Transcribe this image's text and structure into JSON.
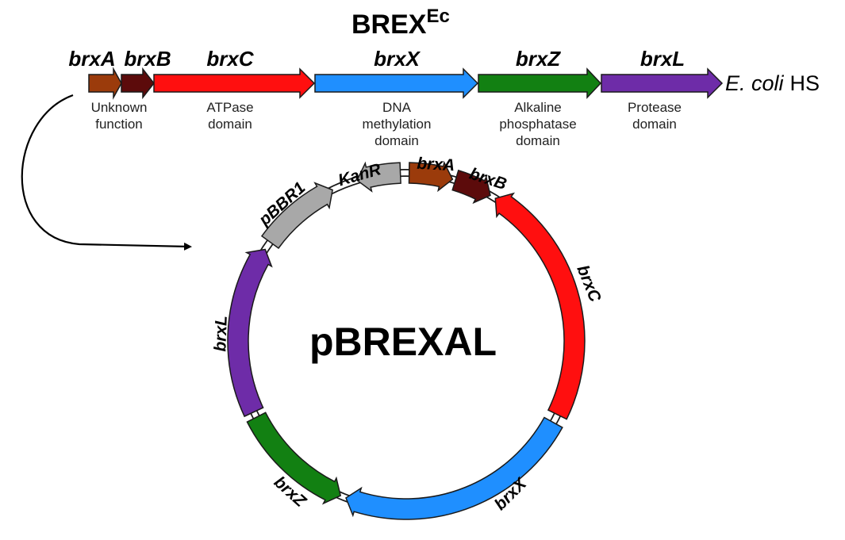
{
  "operon": {
    "title": "BREX",
    "title_superscript": "Ec",
    "organism_italic": "E. coli",
    "organism_strain": "HS",
    "genes": [
      {
        "name": "brxA",
        "color": "#9b3b0b",
        "function_lines": [
          "Unknown",
          "function"
        ]
      },
      {
        "name": "brxB",
        "color": "#5c0b0b",
        "function_lines": []
      },
      {
        "name": "brxC",
        "color": "#ff0f0f",
        "function_lines": [
          "ATPase",
          "domain"
        ]
      },
      {
        "name": "brxX",
        "color": "#1f8fff",
        "function_lines": [
          "DNA",
          "methylation",
          "domain"
        ]
      },
      {
        "name": "brxZ",
        "color": "#128012",
        "function_lines": [
          "Alkaline",
          "phosphatase",
          "domain"
        ]
      },
      {
        "name": "brxL",
        "color": "#6e2ca8",
        "function_lines": [
          "Protease",
          "domain"
        ]
      }
    ]
  },
  "plasmid": {
    "name": "pBREXAL",
    "features": [
      {
        "label": "KanR",
        "color": "#a8a8a8"
      },
      {
        "label": "brxA",
        "color": "#9b3b0b"
      },
      {
        "label": "brxB",
        "color": "#5c0b0b"
      },
      {
        "label": "brxC",
        "color": "#ff0f0f"
      },
      {
        "label": "brxX",
        "color": "#1f8fff"
      },
      {
        "label": "brxZ",
        "color": "#128012"
      },
      {
        "label": "brxL",
        "color": "#6e2ca8"
      },
      {
        "label": "pBBR1",
        "color": "#a8a8a8"
      }
    ]
  }
}
